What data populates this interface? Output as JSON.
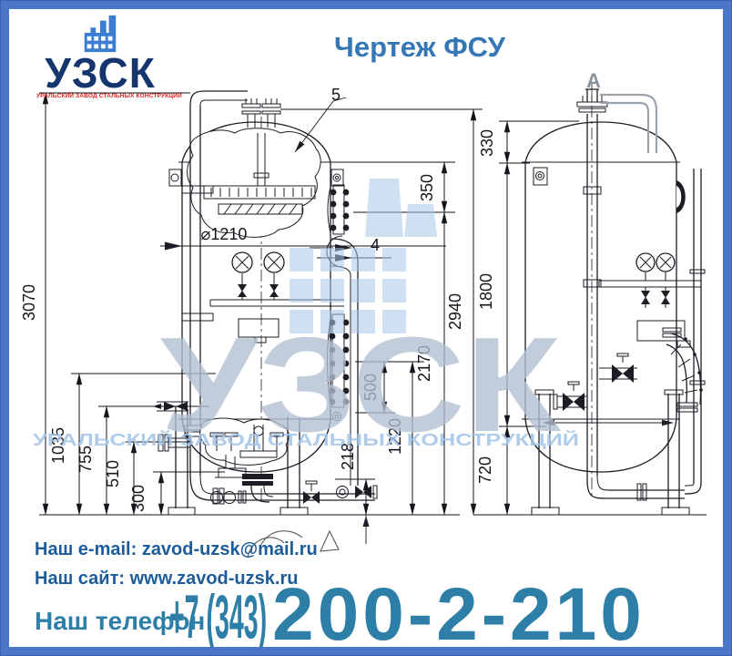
{
  "title": "Чертеж ФСУ",
  "logo": {
    "name": "УЗСК",
    "caption": "УРАЛЬСКИЙ ЗАВОД СТАЛЬНЫХ КОНСТРУКЦИЙ"
  },
  "watermark": {
    "name": "УЗСК",
    "caption": "УРАЛЬСКИЙ ЗАВОД СТАЛЬНЫХ КОНСТРУКЦИЙ"
  },
  "drawing": {
    "view_label": "А",
    "dims": {
      "d3070": "3070",
      "d1035": "1035",
      "d755": "755",
      "d510": "510",
      "d300": "300",
      "dia": "⌀1210",
      "n5": "5",
      "d350": "350",
      "n4": "4",
      "d500": "500",
      "d1220": "1220",
      "d2170": "2170",
      "d2940": "2940",
      "d218": "218",
      "d330": "330",
      "d1800": "1800",
      "d720": "720"
    }
  },
  "contacts": {
    "email_label": "Наш e-mail:",
    "email": "zavod-uzsk@mail.ru",
    "site_label": "Наш сайт:",
    "site": "www.zavod-uzsk.ru",
    "phone_label": "Наш телефон:",
    "phone_code": "+7 (343)",
    "phone_number": "200-2-210"
  },
  "colors": {
    "border": "#4a77c9",
    "title_blue": "#3577b5",
    "logo_navy": "#14356e",
    "logo_red": "#e0251f",
    "contact_blue": "#1d5c99",
    "phone_teal": "#2d7fa8"
  }
}
